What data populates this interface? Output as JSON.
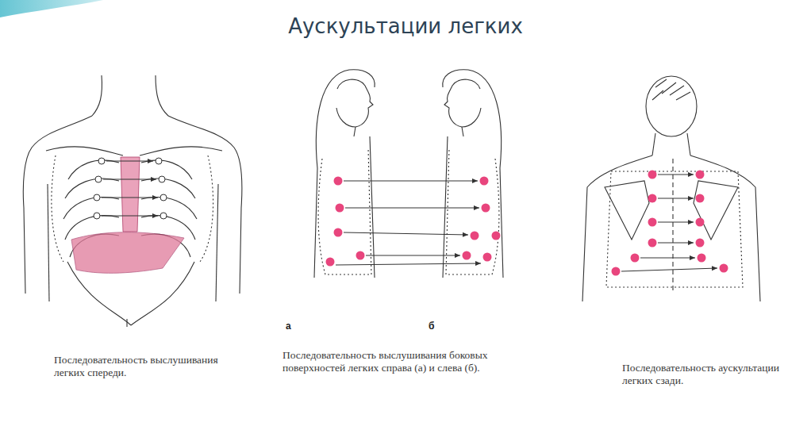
{
  "diagram": {
    "title": "Аускультации легких",
    "labels": [
      "Последовательность выслушивания легких спереди.",
      "а",
      "б",
      "Последовательность выслушивания боковых поверхностей легких справа (а) и слева (б).",
      "Последовательность аускультации легких сзади."
    ]
  }
}
